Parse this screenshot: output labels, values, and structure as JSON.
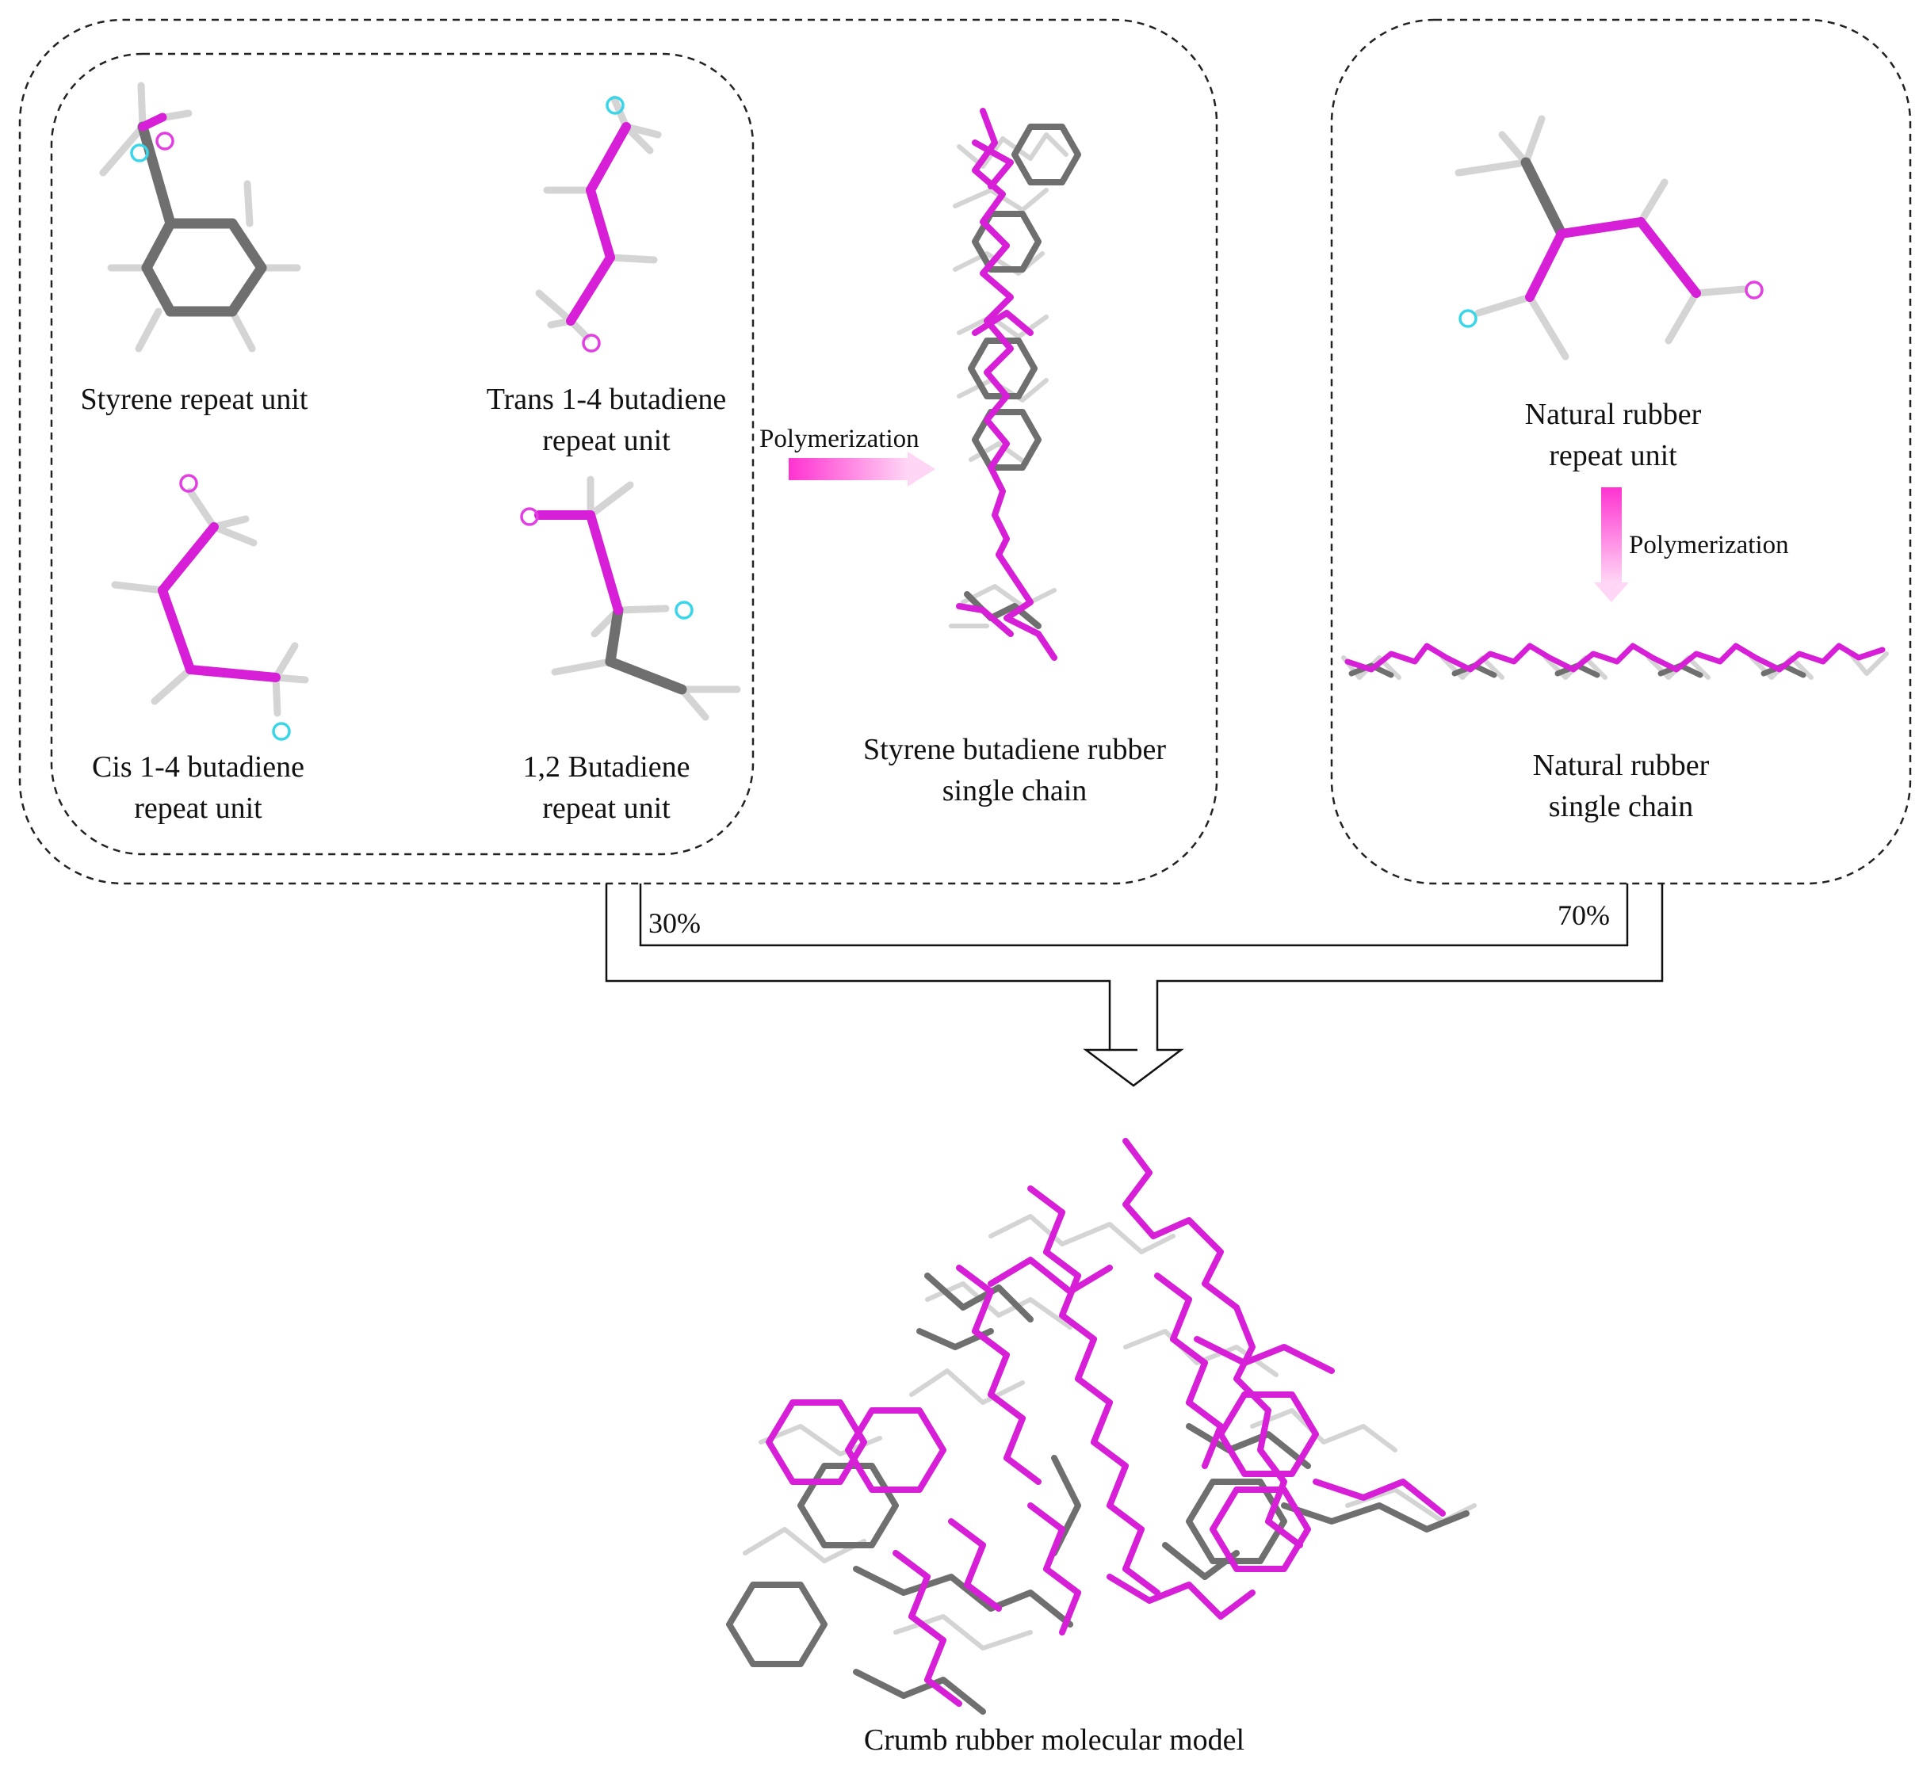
{
  "colors": {
    "bond_main": "#d61fd6",
    "bond_carbon": "#6f6f6f",
    "hydrogen": "#d4d4d4",
    "head_atom": "#38d6e8",
    "tail_atom": "#e23ee2",
    "border": "#222222",
    "arrow_gradient_start": "#ffd6f5",
    "arrow_gradient_end": "#ff33d0"
  },
  "labels": {
    "styrene": "Styrene repeat unit",
    "trans_line1": "Trans 1-4 butadiene",
    "trans_line2": "repeat unit",
    "cis_line1": "Cis 1-4 butadiene",
    "cis_line2": "repeat unit",
    "butadiene12_line1": "1,2 Butadiene",
    "butadiene12_line2": "repeat unit",
    "sbr_line1": "Styrene butadiene rubber",
    "sbr_line2": "single chain",
    "nr_unit_line1": "Natural rubber",
    "nr_unit_line2": "repeat unit",
    "nr_chain_line1": "Natural rubber",
    "nr_chain_line2": "single chain",
    "polymerization_left": "Polymerization",
    "polymerization_right": "Polymerization",
    "percent_sbr": "30%",
    "percent_nr": "70%",
    "crumb_model": "Crumb rubber molecular model"
  }
}
